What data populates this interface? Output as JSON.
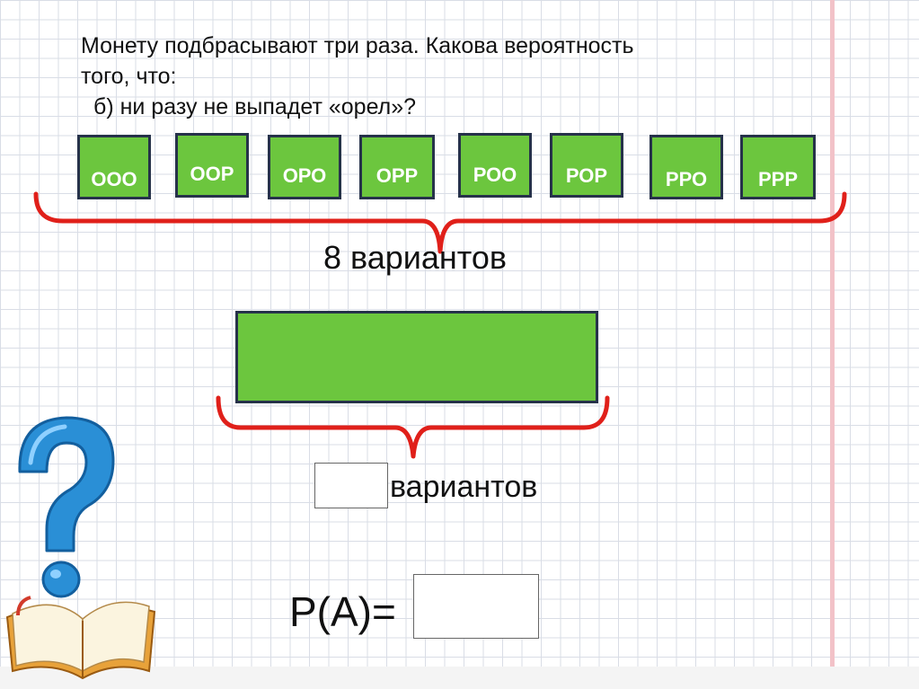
{
  "question": {
    "line1": "Монету подбрасывают три раза. Какова вероятность",
    "line2": "того, что:",
    "line3": "б) ни разу не выпадет «орел»?"
  },
  "outcomes": [
    "ООО",
    "ООР",
    "ОРО",
    "ОРР",
    "РОО",
    "РОР",
    "РРО",
    "РРР"
  ],
  "total_label": "8 вариантов",
  "count_label": "вариантов",
  "probability_label": "P(A)=",
  "colors": {
    "green": "#6cc63e",
    "border": "#26324a",
    "brace": "#e0201a",
    "question_mark": "#2a8fd6",
    "book": "#e8a23a"
  },
  "icons": {
    "decor": "question-mark-book-icon"
  }
}
